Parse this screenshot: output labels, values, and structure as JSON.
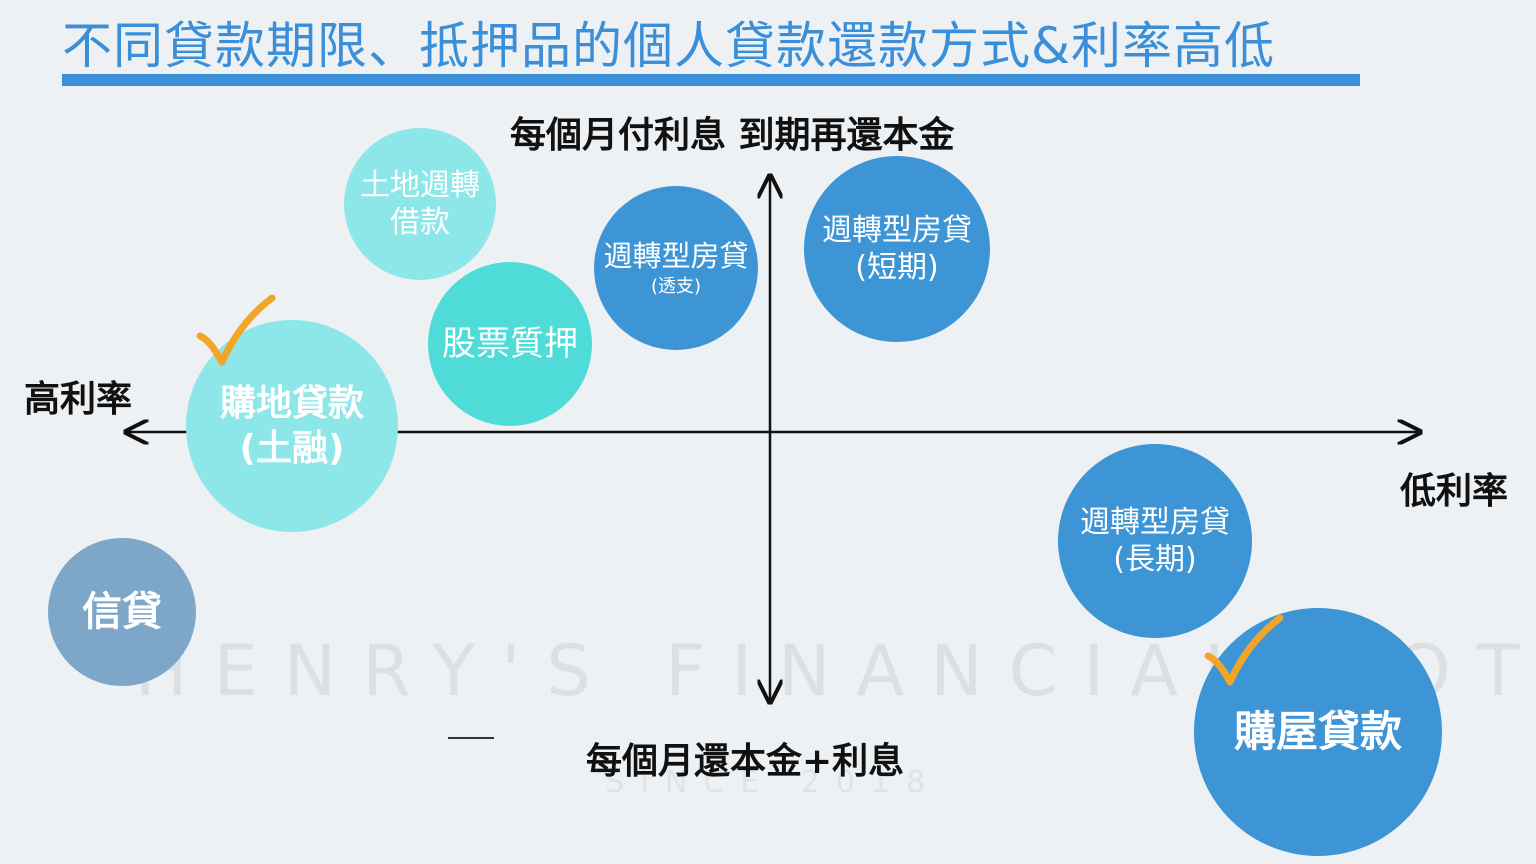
{
  "title": "不同貸款期限、抵押品的個人貸款還款方式&利率高低",
  "axis_labels": {
    "top": "每個月付利息 到期再還本金",
    "bottom": "每個月還本金+利息",
    "left": "高利率",
    "right": "低利率"
  },
  "watermark": {
    "text": "HENRY'S FINANCIAL NOTES",
    "sub": "SINCE 2018"
  },
  "colors": {
    "title": "#3a8fd8",
    "light_cyan": "#8de6e8",
    "cyan": "#4fdbd8",
    "blue": "#3d95d5",
    "slate": "#7da6c8",
    "check": "#f3a52a"
  },
  "bubbles": {
    "land_revolving": {
      "line1": "土地週轉",
      "line2": "借款"
    },
    "stock_pledge": {
      "line1": "股票質押"
    },
    "revolving_overdraft": {
      "line1": "週轉型房貸",
      "line2": "(透支)"
    },
    "revolving_short": {
      "line1": "週轉型房貸",
      "line2": "(短期)"
    },
    "land_purchase": {
      "line1": "購地貸款",
      "line2": "(土融)",
      "checked": true
    },
    "credit": {
      "line1": "信貸"
    },
    "revolving_long": {
      "line1": "週轉型房貸",
      "line2": "(長期)"
    },
    "home_purchase": {
      "line1": "購屋貸款",
      "checked": true
    }
  },
  "check_icon": "check-mark-icon"
}
